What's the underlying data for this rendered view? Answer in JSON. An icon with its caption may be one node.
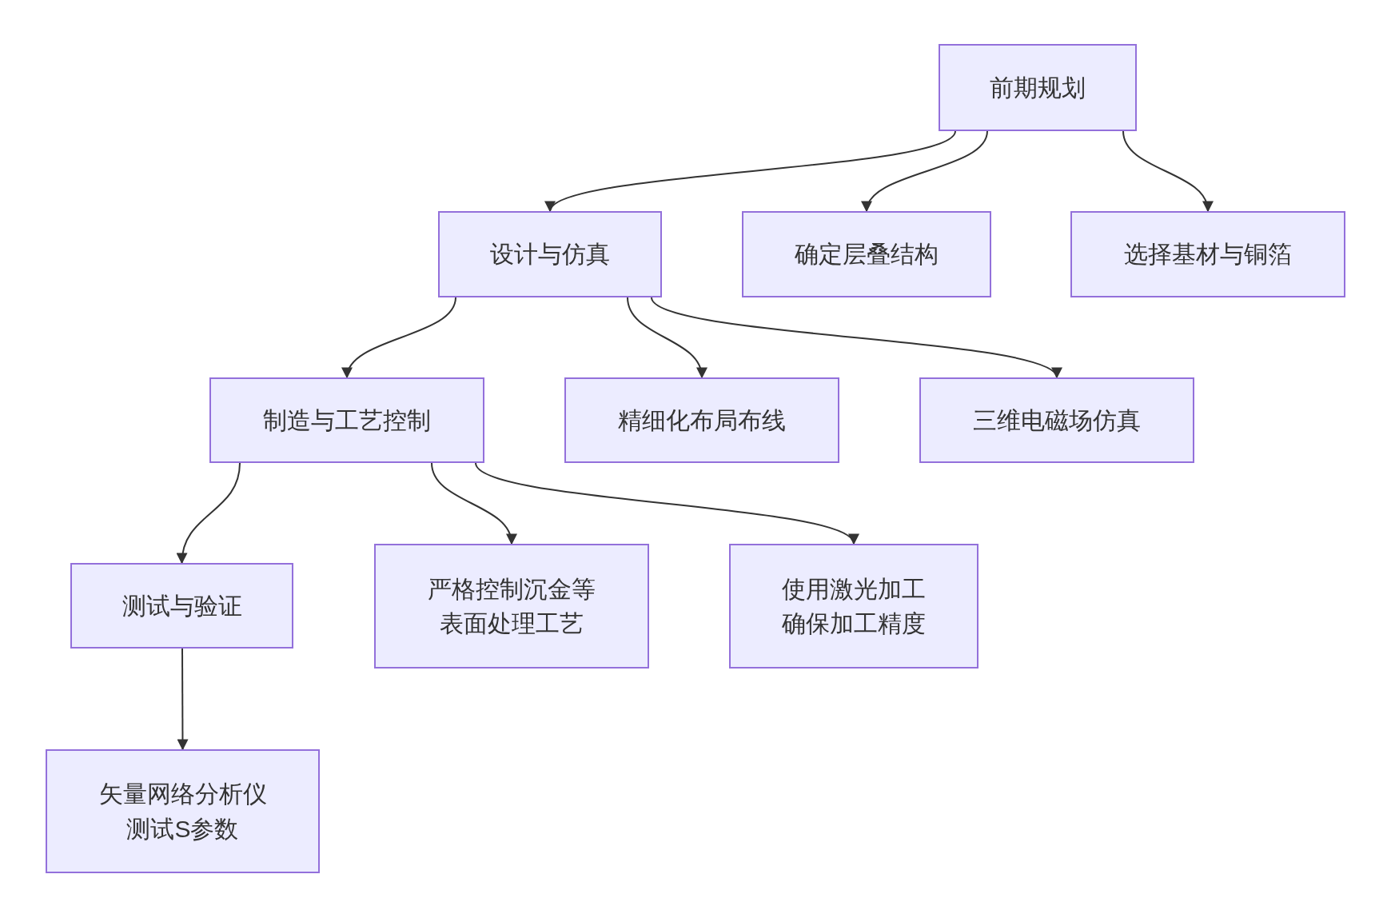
{
  "diagram": {
    "nodes": [
      {
        "text": [
          "前期规划"
        ]
      },
      {
        "text": [
          "设计与仿真"
        ]
      },
      {
        "text": [
          "确定层叠结构"
        ]
      },
      {
        "text": [
          "选择基材与铜箔"
        ]
      },
      {
        "text": [
          "制造与工艺控制"
        ]
      },
      {
        "text": [
          "精细化布局布线"
        ]
      },
      {
        "text": [
          "三维电磁场仿真"
        ]
      },
      {
        "text": [
          "测试与验证"
        ]
      },
      {
        "text": [
          "严格控制沉金等表面处理工艺"
        ]
      },
      {
        "text": [
          "使用激光加工确保加工精度"
        ]
      },
      {
        "text": [
          "矢量网络分析仪测试S参数"
        ]
      }
    ],
    "edges": [
      {
        "from": 0,
        "to": 1,
        "arrow": "to"
      },
      {
        "from": 0,
        "to": 2,
        "arrow": "to"
      },
      {
        "from": 0,
        "to": 3,
        "arrow": "to"
      },
      {
        "from": 1,
        "to": 4,
        "arrow": "to"
      },
      {
        "from": 1,
        "to": 5,
        "arrow": "to"
      },
      {
        "from": 1,
        "to": 6,
        "arrow": "to"
      },
      {
        "from": 4,
        "to": 7,
        "arrow": "to"
      },
      {
        "from": 4,
        "to": 8,
        "arrow": "to"
      },
      {
        "from": 4,
        "to": 9,
        "arrow": "to"
      },
      {
        "from": 7,
        "to": 10,
        "arrow": "to"
      }
    ]
  }
}
